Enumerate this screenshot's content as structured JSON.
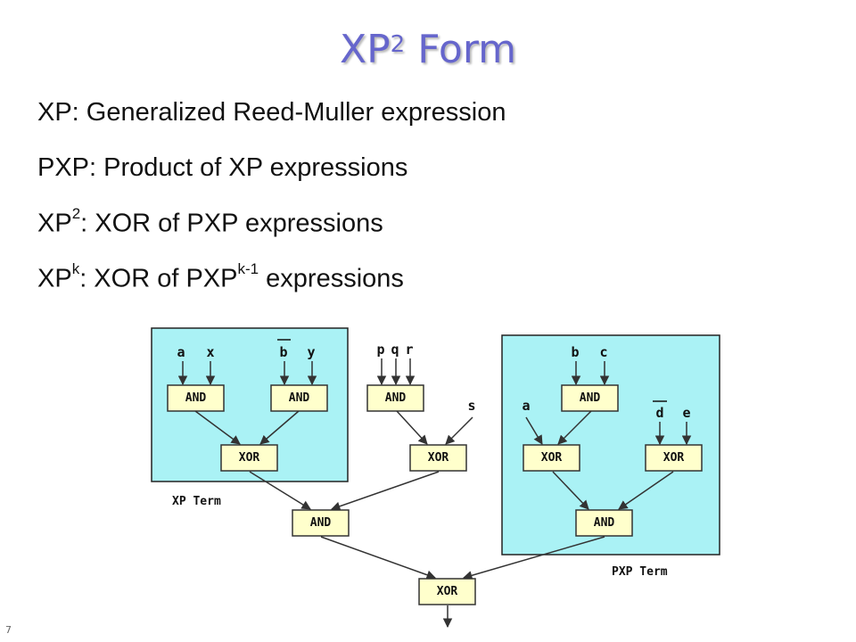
{
  "slide": {
    "title": "XP",
    "title_sup": "2",
    "title_rest": " Form",
    "page_number": "7"
  },
  "bullets": [
    {
      "pre": "XP: Generalized Reed-Muller expression"
    },
    {
      "pre": "PXP: Product of XP expressions"
    },
    {
      "pre": "XP",
      "sup": "2",
      "post": ": XOR of PXP expressions"
    },
    {
      "pre": "XP",
      "sup": "k",
      "post": ": XOR of PXP",
      "sup2": "k-1",
      "post2": " expressions"
    }
  ],
  "circuit": {
    "term_labels": {
      "xp": "XP Term",
      "pxp": "PXP Term"
    },
    "gate_labels": {
      "and": "AND",
      "xor": "XOR"
    },
    "signals": {
      "a1": "a",
      "x": "x",
      "b1": "b",
      "y": "y",
      "p": "p",
      "q": "q",
      "r": "r",
      "s": "s",
      "b2": "b",
      "c": "c",
      "a2": "a",
      "d": "d",
      "e": "e"
    },
    "overlined_signals": [
      "b1",
      "d"
    ]
  }
}
